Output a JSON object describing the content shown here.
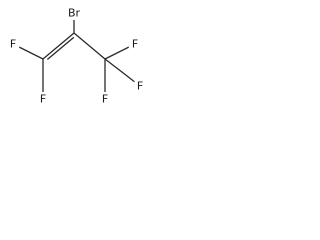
{
  "molecule": {
    "atoms": [
      {
        "id": "br",
        "symbol": "Br",
        "label": "Br"
      },
      {
        "id": "c2",
        "symbol": "C",
        "label": ""
      },
      {
        "id": "c1",
        "symbol": "C",
        "label": ""
      },
      {
        "id": "c3",
        "symbol": "C",
        "label": ""
      },
      {
        "id": "f1a",
        "symbol": "F",
        "label": "F"
      },
      {
        "id": "f1b",
        "symbol": "F",
        "label": "F"
      },
      {
        "id": "f3a",
        "symbol": "F",
        "label": "F"
      },
      {
        "id": "f3b",
        "symbol": "F",
        "label": "F"
      },
      {
        "id": "f3c",
        "symbol": "F",
        "label": "F"
      }
    ],
    "bonds": [
      {
        "from": "c2",
        "to": "br",
        "order": 1
      },
      {
        "from": "c2",
        "to": "c1",
        "order": 2
      },
      {
        "from": "c2",
        "to": "c3",
        "order": 1
      },
      {
        "from": "c1",
        "to": "f1a",
        "order": 1
      },
      {
        "from": "c1",
        "to": "f1b",
        "order": 1
      },
      {
        "from": "c3",
        "to": "f3a",
        "order": 1
      },
      {
        "from": "c3",
        "to": "f3b",
        "order": 1
      },
      {
        "from": "c3",
        "to": "f3c",
        "order": 1
      }
    ]
  }
}
